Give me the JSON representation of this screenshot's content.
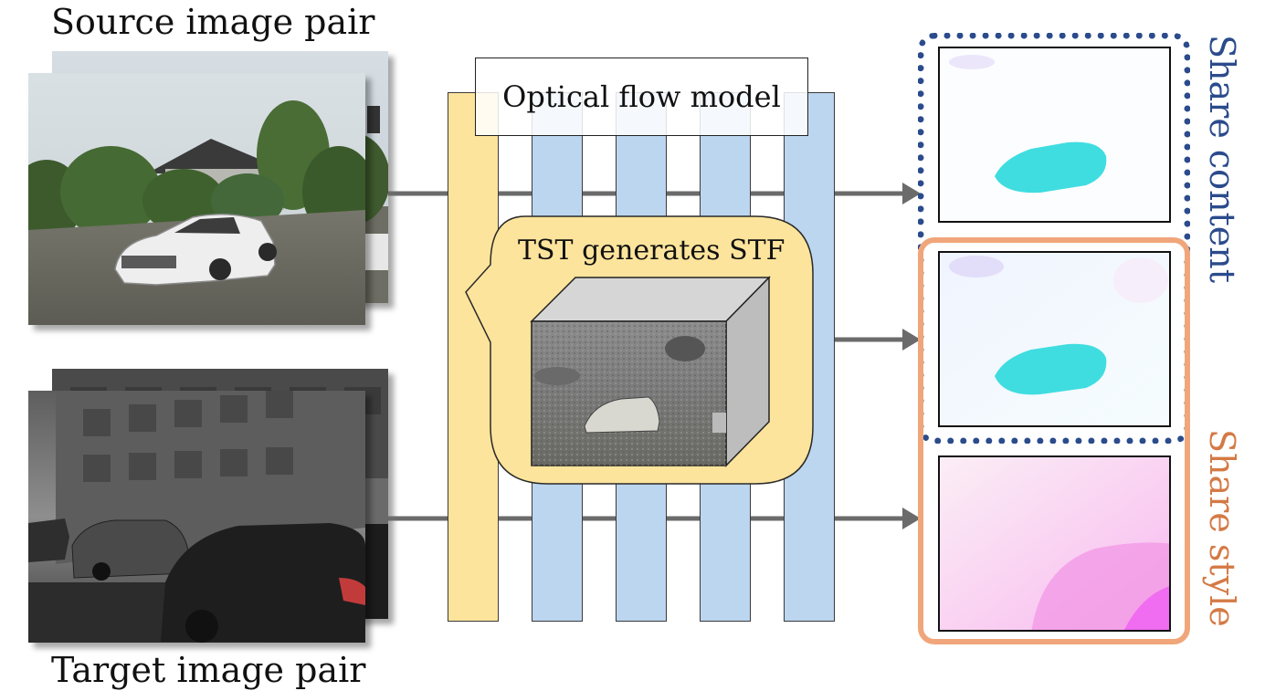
{
  "labels": {
    "source": "Source image pair",
    "target": "Target image pair",
    "model": "Optical flow model",
    "tst": "TST generates STF",
    "share_content": "Share content",
    "share_style": "Share style"
  },
  "colors": {
    "share_content_border": "#2b4b8c",
    "share_style_border": "#f0a67a",
    "arrow": "#6b6b6b",
    "yellow_bar": "#fde49c",
    "blue_bar": "#bcd6ef",
    "flow_cyan": "#3fdde0",
    "flow_magenta": "#f06cf0"
  }
}
